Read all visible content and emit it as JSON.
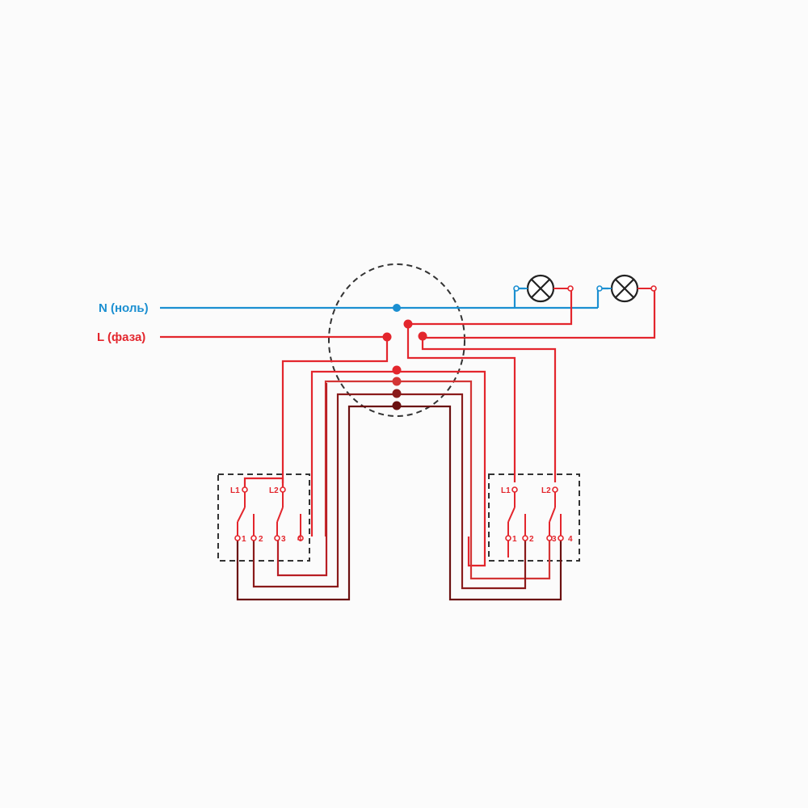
{
  "labels": {
    "neutral": "N (ноль)",
    "phase": "L (фаза)"
  },
  "switches": {
    "left": {
      "terminals_top": [
        "L1",
        "L2"
      ],
      "terminals_bottom": [
        "1",
        "2",
        "3",
        "4"
      ]
    },
    "right": {
      "terminals_top": [
        "L1",
        "L2"
      ],
      "terminals_bottom": [
        "1",
        "2",
        "3",
        "4"
      ]
    }
  },
  "lamps": [
    {
      "icon": "lamp-icon"
    },
    {
      "icon": "lamp-icon"
    }
  ],
  "colors": {
    "neutral": "#1b8fd1",
    "phase": "#e3262d",
    "wire_1": "#e3262d",
    "wire_2": "#d33535",
    "wire_3": "#b81e24",
    "wire_4": "#8a1b1b",
    "wire_5": "#6b1010",
    "dashed": "#333333",
    "lamp": "#222222",
    "background": "#fbfbfb"
  }
}
